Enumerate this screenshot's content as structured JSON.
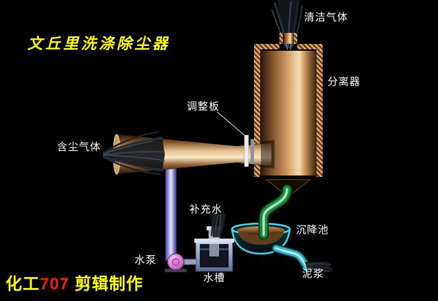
{
  "title": {
    "text": "文丘里洗涤除尘器"
  },
  "watermark": {
    "prefix": "化工",
    "number": "707",
    "suffix": " 剪辑制作"
  },
  "labels": {
    "clean_gas": "清洁气体",
    "separator": "分离器",
    "adjustment_plate": "调整板",
    "dusty_gas": "含尘气体",
    "makeup_water": "补充水",
    "settling_tank": "沉降池",
    "water_pump": "水泵",
    "water_tank": "水槽",
    "mud_slurry": "泥浆"
  },
  "palette": {
    "background": "#000000",
    "title_yellow": "#ffff00",
    "watermark_red": "#ff1e00",
    "label_white": "#ffffff",
    "vessel_copper": "#e8c490",
    "water_pipe_blue": "#b8b8f0",
    "drain_pipe_green": "#1e8c44",
    "slurry_pipe_cyan": "#2fb8cc",
    "settling_bowl_cyan": "#40e0f0",
    "pump_pink": "#e08ae0"
  },
  "components": [
    "clean-gas-jet",
    "separator-vessel",
    "venturi-tube",
    "adjustment-plate",
    "dusty-gas-jet",
    "water-pipe",
    "water-pump",
    "water-tank",
    "makeup-water-stream",
    "drain-pipe",
    "settling-tank",
    "slurry-pipe",
    "slurry-spray"
  ]
}
